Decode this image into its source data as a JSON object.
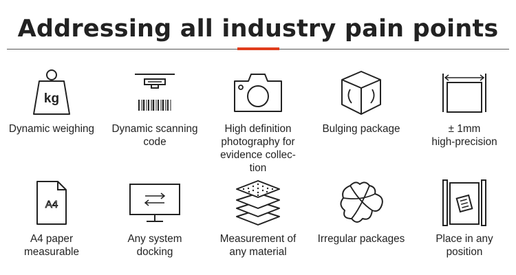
{
  "title": "Addressing all industry pain points",
  "accent_color": "#e03d1c",
  "features": [
    {
      "label": "Dynamic weighing",
      "icon": "weight-icon",
      "icon_text": "kg"
    },
    {
      "label": "Dynamic scanning\ncode",
      "icon": "barcode-scanner-icon"
    },
    {
      "label": "High definition\nphotography for\nevidence collec-\ntion",
      "icon": "camera-icon"
    },
    {
      "label": "Bulging package",
      "icon": "bulging-box-icon"
    },
    {
      "label": "± 1mm\nhigh-precision",
      "icon": "measurement-frame-icon"
    },
    {
      "label": "A4 paper\nmeasurable",
      "icon": "a4-paper-icon",
      "icon_text": "A4"
    },
    {
      "label": "Any system\ndocking",
      "icon": "monitor-sync-icon"
    },
    {
      "label": "Measurement of\nany material",
      "icon": "layers-icon"
    },
    {
      "label": "Irregular packages",
      "icon": "irregular-package-icon"
    },
    {
      "label": "Place in any\nposition",
      "icon": "platform-position-icon"
    }
  ]
}
